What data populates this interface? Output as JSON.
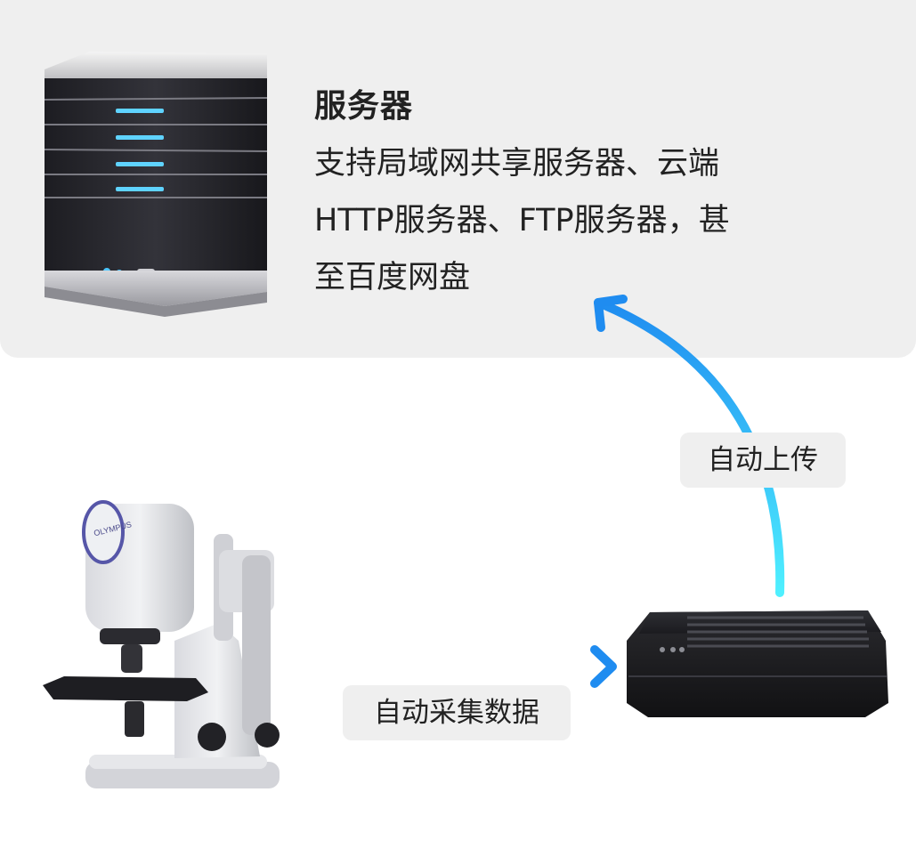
{
  "server": {
    "title": "服务器",
    "description_lines": [
      "支持局域网共享服务器、云端",
      "HTTP服务器、FTP服务器，甚",
      "至百度网盘"
    ],
    "icon": "server-tower-icon"
  },
  "flows": {
    "collect_label": "自动采集数据",
    "upload_label": "自动上传"
  },
  "devices": {
    "microscope_icon": "microscope-icon",
    "gateway_icon": "gateway-box-icon",
    "microscope_brand": "OLYMPUS"
  },
  "colors": {
    "panel_bg": "#efefef",
    "arrow_start": "#4ff0ff",
    "arrow_end": "#1f8cf0",
    "text": "#222222"
  }
}
